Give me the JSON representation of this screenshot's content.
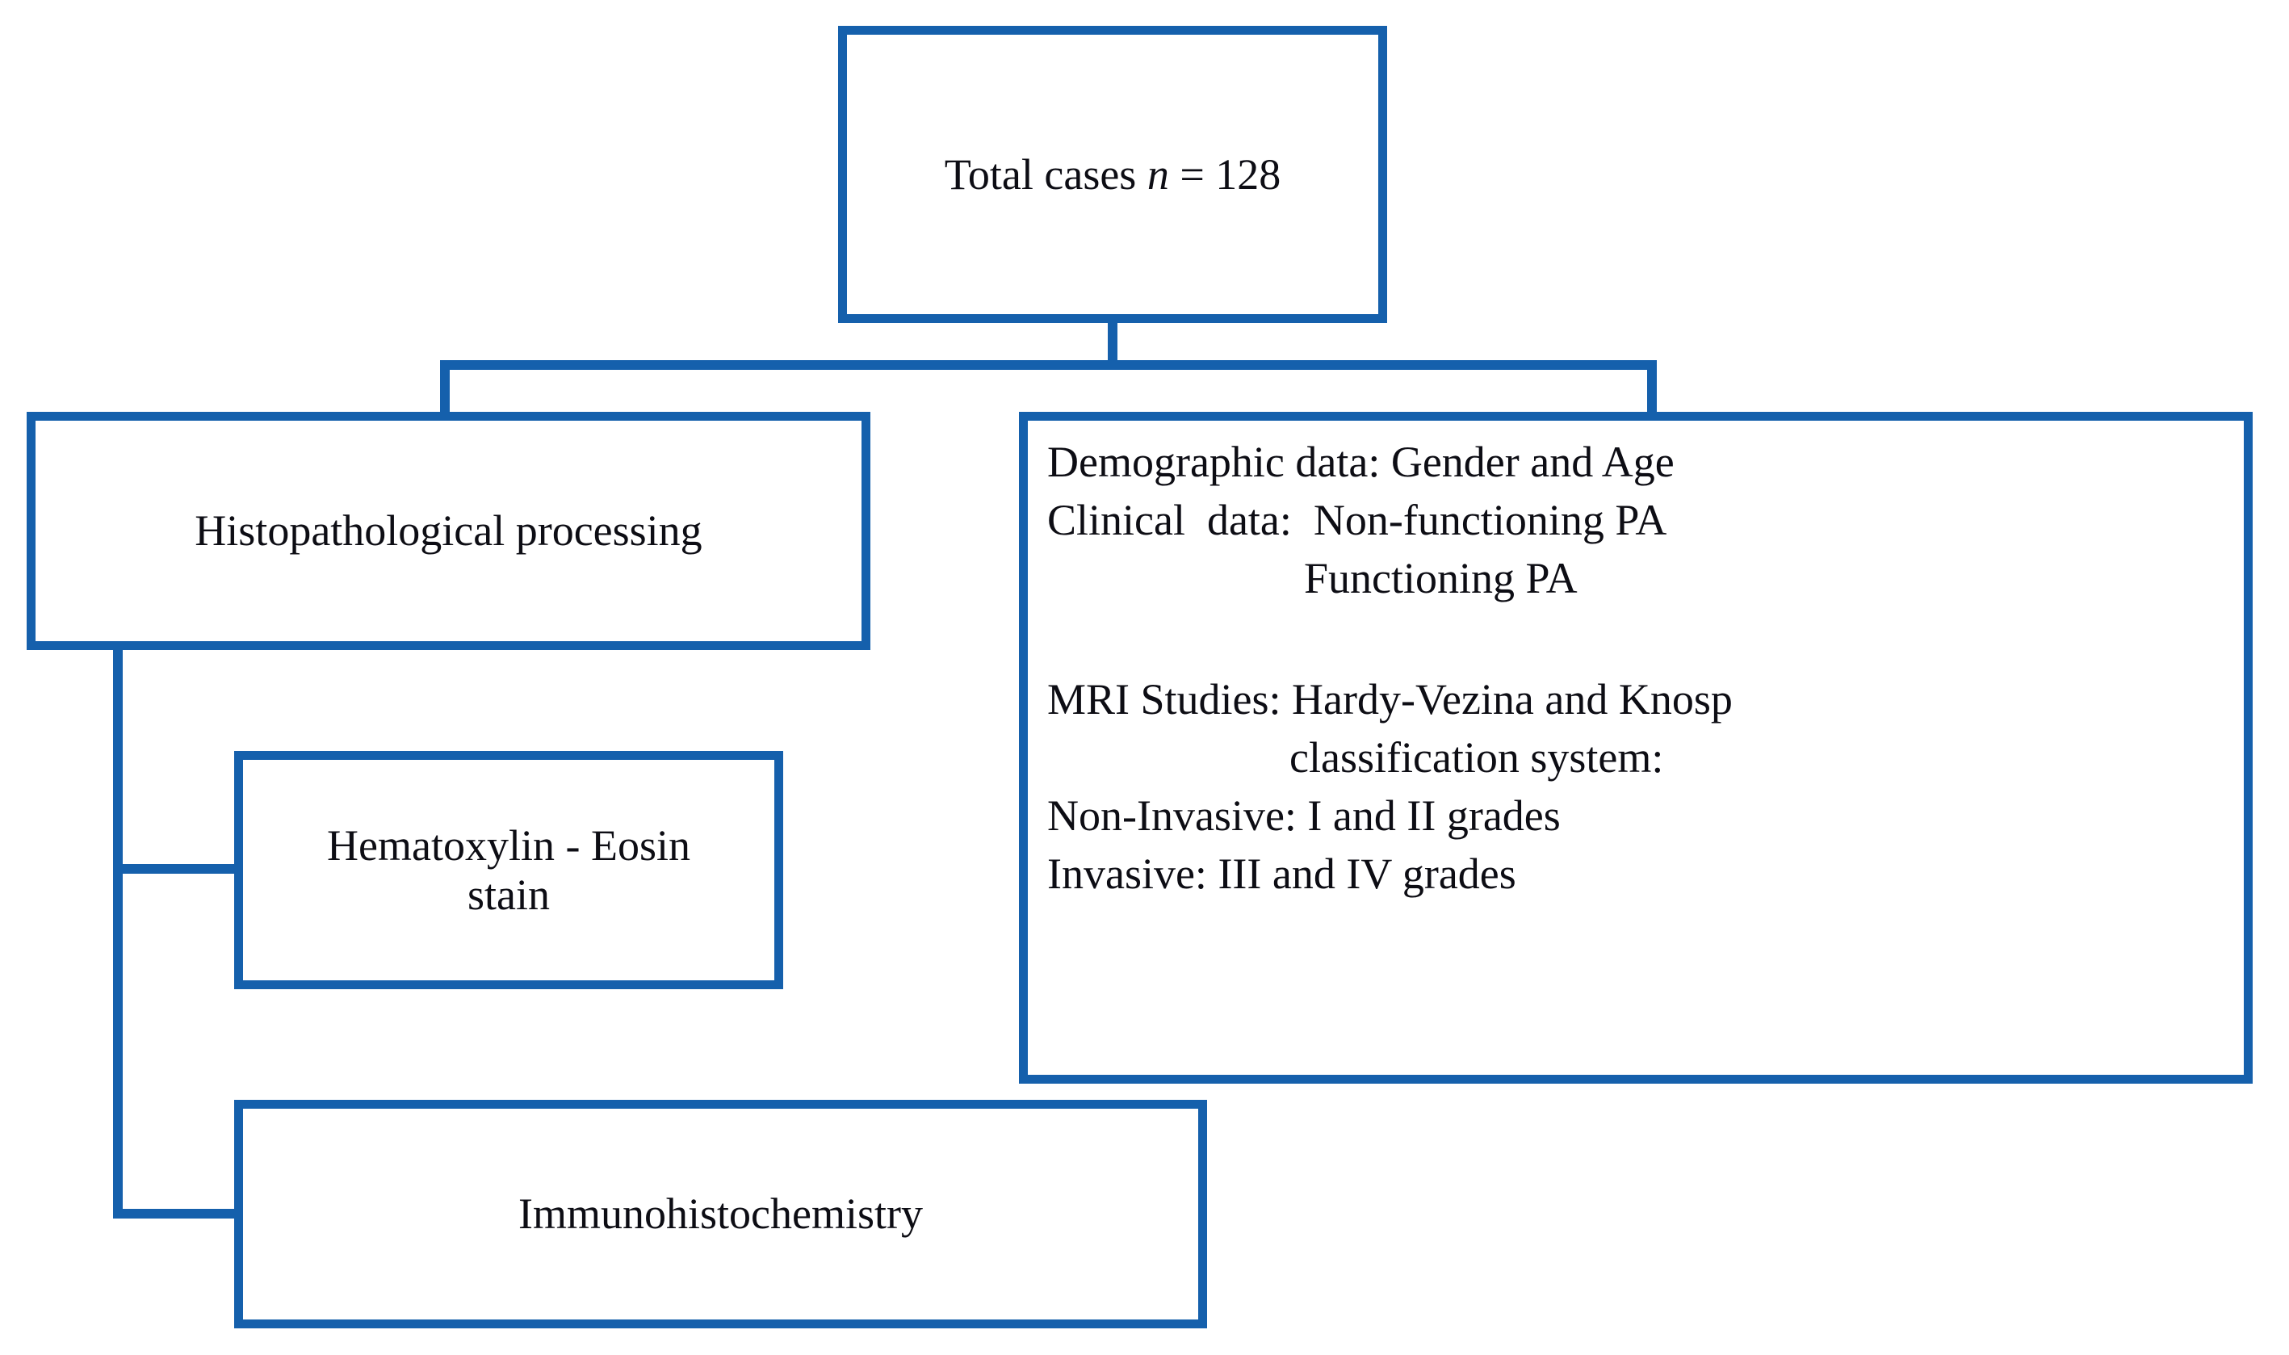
{
  "diagram": {
    "title": "Study workflow flowchart",
    "accent_color": "#1560AC",
    "text_color": "#0d0d14",
    "background_color": "#ffffff"
  },
  "nodes": {
    "total_cases": {
      "label": "Total cases  n = 128",
      "text_before_italic": "Total cases  ",
      "italic_symbol": "n",
      "text_after_italic": " = 128",
      "count": 128
    },
    "histopathological_processing": {
      "label": "Histopathological processing"
    },
    "hematoxylin_eosin": {
      "label": "Hematoxylin - Eosin\nstain"
    },
    "immunohistochemistry": {
      "label": "Immunohistochemistry"
    },
    "data_panel": {
      "lines": [
        {
          "text": "Demographic data: Gender and Age",
          "indent": "none"
        },
        {
          "text": "Clinical  data:  Non-functioning PA",
          "indent": "none"
        },
        {
          "text": "Functioning PA",
          "indent": "level1"
        },
        {
          "text": "",
          "indent": "none"
        },
        {
          "text": "MRI Studies: Hardy-Vezina and Knosp",
          "indent": "none"
        },
        {
          "text": "classification system:",
          "indent": "level2"
        },
        {
          "text": "Non-Invasive: I and II grades",
          "indent": "none"
        },
        {
          "text": "Invasive: III and IV grades",
          "indent": "none"
        }
      ]
    }
  },
  "connectors": [
    {
      "name": "total-to-branch-stem"
    },
    {
      "name": "branch-bar"
    },
    {
      "name": "branch-to-histopathological"
    },
    {
      "name": "branch-to-data-panel"
    },
    {
      "name": "histopathological-spine"
    },
    {
      "name": "spine-to-hematoxylin"
    },
    {
      "name": "spine-to-immunohistochemistry"
    }
  ]
}
